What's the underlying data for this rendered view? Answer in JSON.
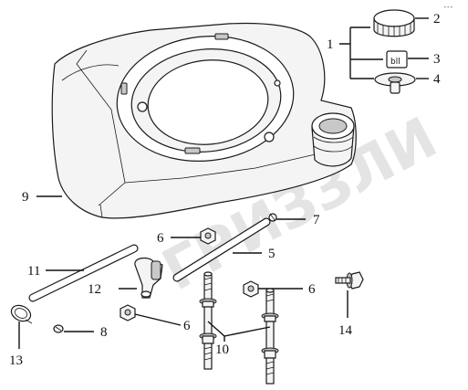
{
  "watermark": "ГРИЗЗЛИ",
  "corner_mark": "•••",
  "callouts": [
    {
      "id": "label-1",
      "text": "1"
    },
    {
      "id": "label-2",
      "text": "2"
    },
    {
      "id": "label-3",
      "text": "3"
    },
    {
      "id": "label-4",
      "text": "4"
    },
    {
      "id": "label-5",
      "text": "5"
    },
    {
      "id": "label-6a",
      "text": "6"
    },
    {
      "id": "label-6b",
      "text": "6"
    },
    {
      "id": "label-6c",
      "text": "6"
    },
    {
      "id": "label-7",
      "text": "7"
    },
    {
      "id": "label-8",
      "text": "8"
    },
    {
      "id": "label-9",
      "text": "9"
    },
    {
      "id": "label-10",
      "text": "10"
    },
    {
      "id": "label-11",
      "text": "11"
    },
    {
      "id": "label-12",
      "text": "12"
    },
    {
      "id": "label-13",
      "text": "13"
    },
    {
      "id": "label-14",
      "text": "14"
    }
  ],
  "cap_sticker_text": "bll"
}
